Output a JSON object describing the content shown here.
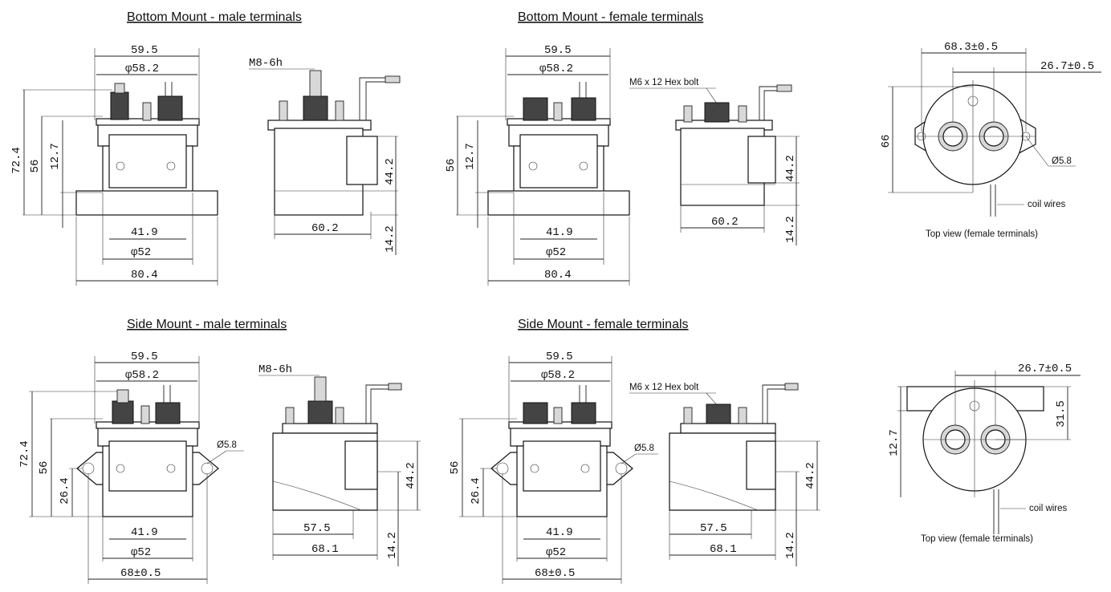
{
  "titles": {
    "bm_male": "Bottom Mount - male terminals",
    "bm_female": "Bottom Mount - female terminals",
    "sm_male": "Side Mount - male terminals",
    "sm_female": "Side Mount - female terminals"
  },
  "notes": {
    "m8": "M8-6h",
    "m6_bolt": "M6 x 12 Hex bolt",
    "hole_58": "Ø5.8",
    "coil_wires": "coil wires",
    "top_view": "Top view (female terminals)"
  },
  "dims": {
    "d595": "59.5",
    "d582": "φ58.2",
    "d724": "72.4",
    "d56": "56",
    "d127": "12.7",
    "d419": "41.9",
    "d52": "φ52",
    "d804": "80.4",
    "d602": "60.2",
    "d442": "44.2",
    "d142": "14.2",
    "d683": "68.3±0.5",
    "d267": "26.7±0.5",
    "d66": "66",
    "d264": "26.4",
    "d575": "57.5",
    "d681": "68.1",
    "d68": "68±0.5",
    "d315": "31.5"
  }
}
